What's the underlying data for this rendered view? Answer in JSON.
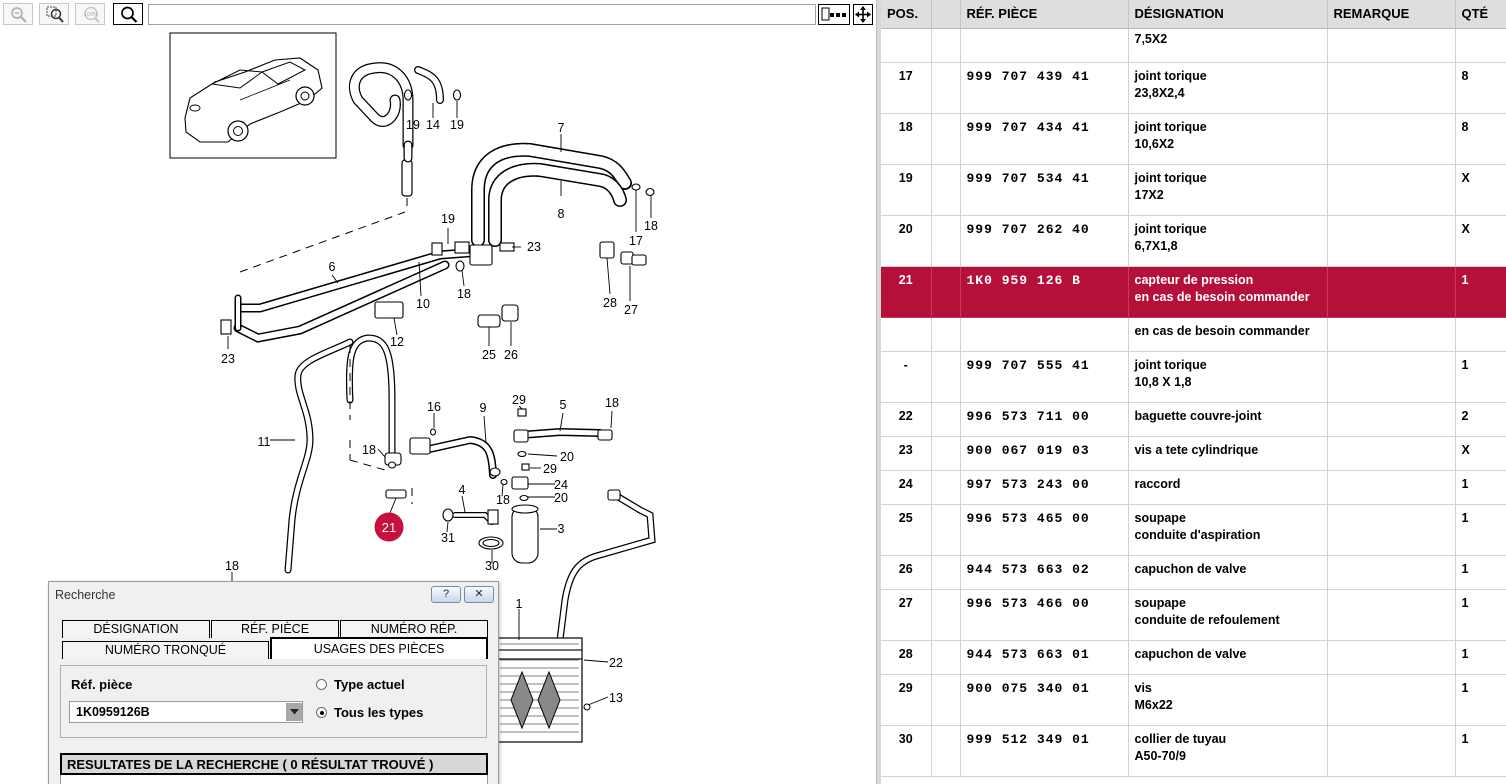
{
  "toolbar": {
    "icons": [
      "zoom-out-icon",
      "zoom-area-icon",
      "zoom-100-icon",
      "zoom-in-icon",
      "layout-icon",
      "move-icon"
    ],
    "zoom_100_text": "100%"
  },
  "diagram": {
    "callouts": [
      "19",
      "14",
      "19",
      "7",
      "8",
      "18",
      "17",
      "19",
      "23",
      "6",
      "18",
      "10",
      "28",
      "27",
      "12",
      "23",
      "25",
      "26",
      "11",
      "16",
      "9",
      "29",
      "5",
      "18",
      "18",
      "20",
      "29",
      "24",
      "20",
      "4",
      "18",
      "3",
      "31",
      "30",
      "18",
      "1",
      "22",
      "13"
    ],
    "selected_callout": "21",
    "highlight_color": "#c8103c"
  },
  "table": {
    "headers": [
      "POS.",
      "RÉF. PIÈCE",
      "DÉSIGNATION",
      "REMARQUE",
      "QTÉ"
    ],
    "rows": [
      {
        "pos": "",
        "ref": "",
        "desig1": "",
        "desig2": "7,5X2",
        "qty": ""
      },
      {
        "pos": "17",
        "ref": "999 707 439 41",
        "desig1": "joint torique",
        "desig2": "23,8X2,4",
        "qty": "8"
      },
      {
        "pos": "18",
        "ref": "999 707 434 41",
        "desig1": "joint torique",
        "desig2": "10,6X2",
        "qty": "8"
      },
      {
        "pos": "19",
        "ref": "999 707 534 41",
        "desig1": "joint torique",
        "desig2": "17X2",
        "qty": "X"
      },
      {
        "pos": "20",
        "ref": "999 707 262 40",
        "desig1": "joint torique",
        "desig2": "6,7X1,8",
        "qty": "X"
      },
      {
        "pos": "21",
        "ref": "1K0 959 126 B",
        "desig1": "capteur de pression",
        "desig2": "en cas de besoin commander",
        "qty": "1"
      },
      {
        "pos": "",
        "ref": "",
        "desig1": "en cas de besoin commander",
        "desig2": "",
        "qty": ""
      },
      {
        "pos": "-",
        "ref": "999 707 555 41",
        "desig1": "joint torique",
        "desig2": "10,8 X 1,8",
        "qty": "1"
      },
      {
        "pos": "22",
        "ref": "996 573 711 00",
        "desig1": "baguette couvre-joint",
        "desig2": "",
        "qty": "2"
      },
      {
        "pos": "23",
        "ref": "900 067 019 03",
        "desig1": "vis a tete cylindrique",
        "desig2": "",
        "qty": "X"
      },
      {
        "pos": "24",
        "ref": "997 573 243 00",
        "desig1": "raccord",
        "desig2": "",
        "qty": "1"
      },
      {
        "pos": "25",
        "ref": "996 573 465 00",
        "desig1": "soupape",
        "desig2": "conduite d'aspiration",
        "qty": "1"
      },
      {
        "pos": "26",
        "ref": "944 573 663 02",
        "desig1": "capuchon de valve",
        "desig2": "",
        "qty": "1"
      },
      {
        "pos": "27",
        "ref": "996 573 466 00",
        "desig1": "soupape",
        "desig2": "conduite de refoulement",
        "qty": "1"
      },
      {
        "pos": "28",
        "ref": "944 573 663 01",
        "desig1": "capuchon de valve",
        "desig2": "",
        "qty": "1"
      },
      {
        "pos": "29",
        "ref": "900 075 340 01",
        "desig1": "vis",
        "desig2": "M6x22",
        "qty": "1"
      },
      {
        "pos": "30",
        "ref": "999 512 349 01",
        "desig1": "collier de tuyau",
        "desig2": "A50-70/9",
        "qty": "1"
      }
    ],
    "selected_row_pos": "21",
    "selected_color": "#b5103a"
  },
  "search_dialog": {
    "title": "Recherche",
    "help_label": "?",
    "close_label": "✕",
    "tabs": [
      "DÉSIGNATION",
      "RÉF. PIÈCE",
      "NUMÉRO RÉP.",
      "NUMÉRO TRONQUÉ",
      "USAGES DES PIÈCES"
    ],
    "active_tab": "USAGES DES PIÈCES",
    "ref_label": "Réf. pièce",
    "ref_value": "1K0959126B",
    "radio_current": "Type actuel",
    "radio_all": "Tous les types",
    "radio_selected": "Tous les types",
    "results_header": "RESULTATES DE LA RECHERCHE  ( 0 RÉSULTAT TROUVÉ )"
  }
}
